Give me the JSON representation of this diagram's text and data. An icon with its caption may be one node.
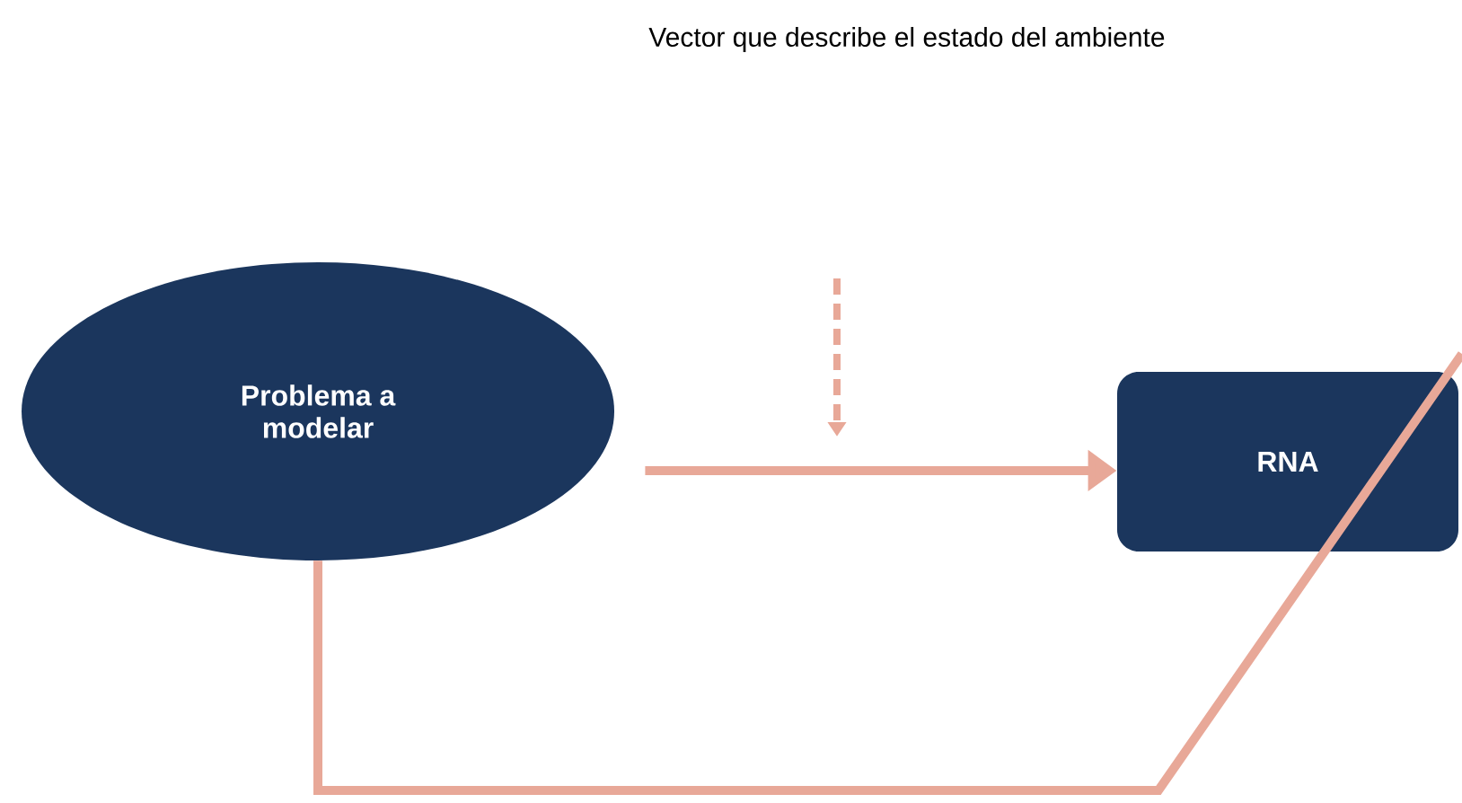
{
  "diagram": {
    "nodes": [
      {
        "text": [
          "Problema a modelar"
        ]
      },
      {
        "text": [
          "RNA"
        ]
      }
    ],
    "edges": [
      {
        "from": 0,
        "to": 1,
        "arrow": "to"
      },
      {
        "from": 0,
        "to": null,
        "arrow": "none"
      }
    ],
    "labels": [
      "Vector que describe el estado del ambiente"
    ]
  }
}
